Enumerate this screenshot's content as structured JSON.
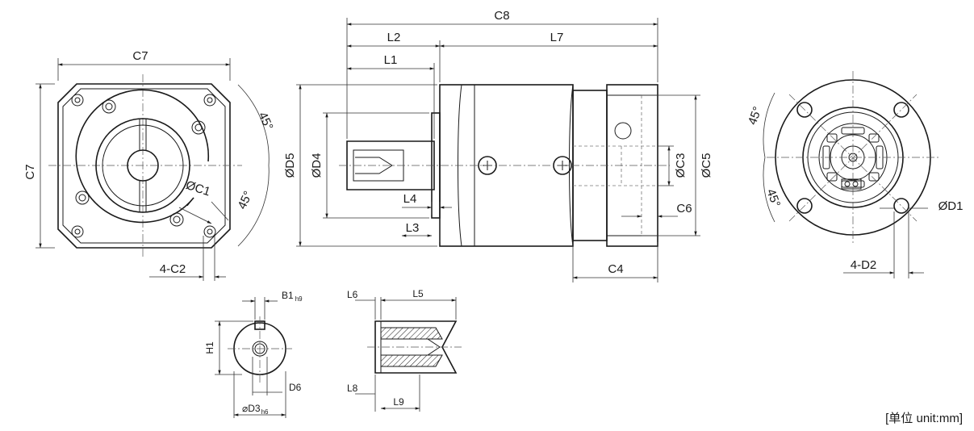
{
  "labels": {
    "c7_top": "C7",
    "c7_side": "C7",
    "c1": "ØC1",
    "c2": "4-C2",
    "angle_top": "45°",
    "angle_bottom": "45°",
    "c8": "C8",
    "l2": "L2",
    "l1": "L1",
    "l7": "L7",
    "d5": "ØD5",
    "d4": "ØD4",
    "l4": "L4",
    "l3": "L3",
    "c3": "ØC3",
    "c5": "ØC5",
    "c6": "C6",
    "c4": "C4",
    "angle_right_top": "45°",
    "angle_right_bottom": "45°",
    "d1": "ØD1",
    "d2": "4-D2",
    "b1": "B1",
    "b1_tol": "h9",
    "h1": "H1",
    "d6": "D6",
    "d3": "⌀D3",
    "d3_tol": "h6",
    "l6": "L6",
    "l5": "L5",
    "l8": "L8",
    "l9": "L9"
  },
  "unit_note": "[单位 unit:mm]"
}
